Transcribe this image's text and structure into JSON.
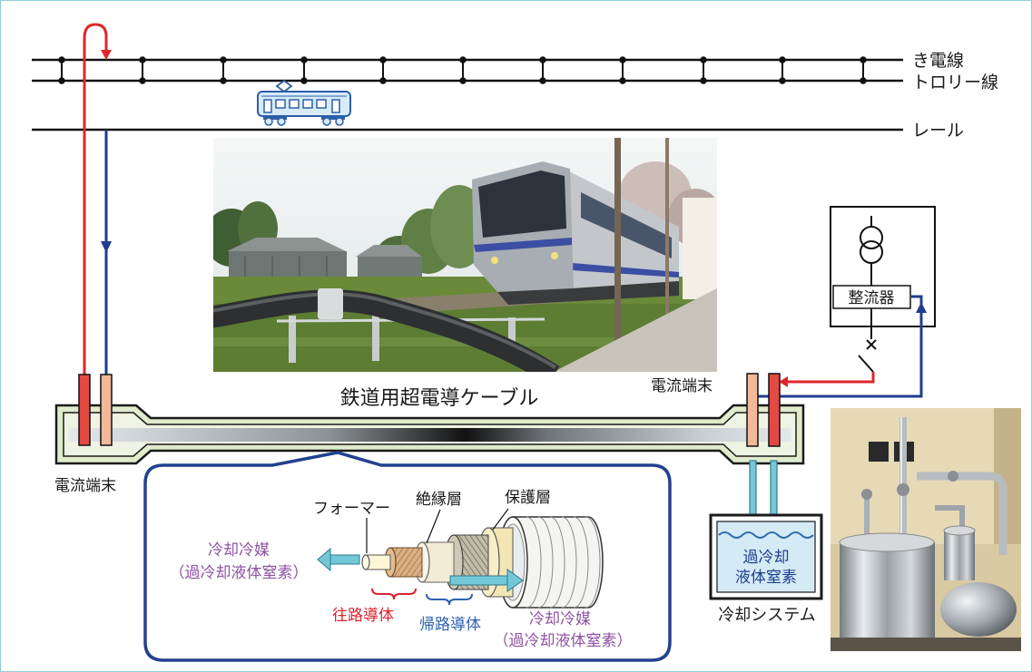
{
  "diagram": {
    "overhead_labels": {
      "feeder": "き電線",
      "trolley": "トロリー線",
      "rail": "レール"
    },
    "cable_title": "鉄道用超電導ケーブル",
    "terminal_left": "電流端末",
    "terminal_right": "電流端末",
    "rectifier": "整流器",
    "cooling_box": [
      "過冷却",
      "液体窒素"
    ],
    "cooling_system": "冷却システム"
  },
  "cross_section": {
    "former": "フォーマー",
    "insulation_layer": "絶縁層",
    "protective_layer": "保護層",
    "coolant_left": [
      "冷却冷媒",
      "（過冷却液体窒素）"
    ],
    "outbound_conductor": "往路導体",
    "return_conductor": "帰路導体",
    "coolant_right": [
      "冷却冷媒",
      "（過冷却液体窒素）"
    ]
  },
  "colors": {
    "outbound_current": "#e0262b",
    "return_current": "#1f3d8f",
    "callout_border": "#23418f",
    "coolant_text": "#8e52a1",
    "outbound_label": "#d9232e",
    "return_label": "#2d62b0",
    "coolant_arrow": "#74c7d6"
  }
}
